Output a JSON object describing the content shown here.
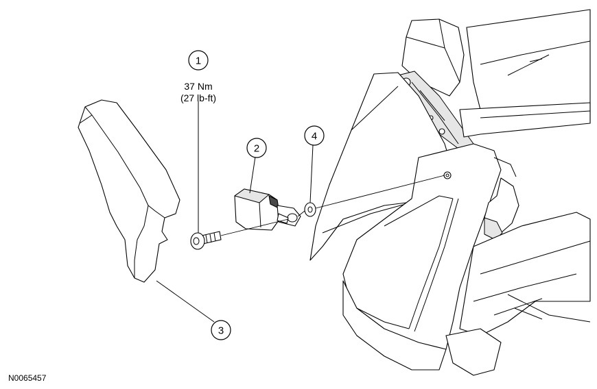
{
  "diagram": {
    "callouts": [
      {
        "id": "1",
        "label": "1"
      },
      {
        "id": "2",
        "label": "2"
      },
      {
        "id": "3",
        "label": "3"
      },
      {
        "id": "4",
        "label": "4"
      }
    ],
    "torque_spec": {
      "metric": "37 Nm",
      "imperial": "(27 lb-ft)"
    },
    "figure_id": "N0065457"
  }
}
